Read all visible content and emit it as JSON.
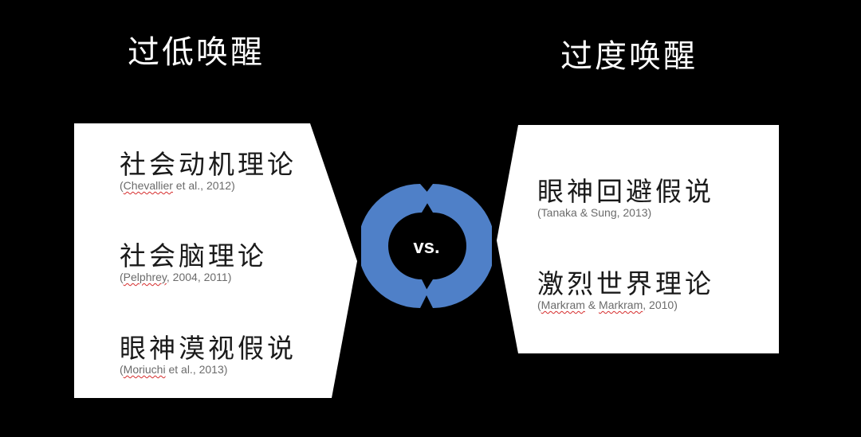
{
  "headings": {
    "left": "过低唤醒",
    "right": "过度唤醒"
  },
  "left_panel": {
    "items": [
      {
        "title": "社会动机理论",
        "cite_pre": "(",
        "cite_flag": "Chevallier",
        "cite_post": " et al., 2012)"
      },
      {
        "title": "社会脑理论",
        "cite_pre": "(",
        "cite_flag": "Pelphrey",
        "cite_post": ", 2004, 2011)"
      },
      {
        "title": "眼神漠视假说",
        "cite_pre": "(",
        "cite_flag": "Moriuchi",
        "cite_post": " et al., 2013)"
      }
    ]
  },
  "right_panel": {
    "items": [
      {
        "title": "眼神回避假说",
        "cite_pre": "(Tanaka & Sung, 2013)",
        "cite_flag": "",
        "cite_post": ""
      },
      {
        "title": "激烈世界理论",
        "cite_pre": "(",
        "cite_flag": "Markram",
        "cite_post": " & ",
        "cite_flag2": "Markram",
        "cite_post2": ", 2010)"
      }
    ]
  },
  "center": {
    "label": "vs."
  },
  "colors": {
    "background": "#000000",
    "panel": "#ffffff",
    "ring": "#4f80c8",
    "spellcheck": "#d62d2d"
  }
}
